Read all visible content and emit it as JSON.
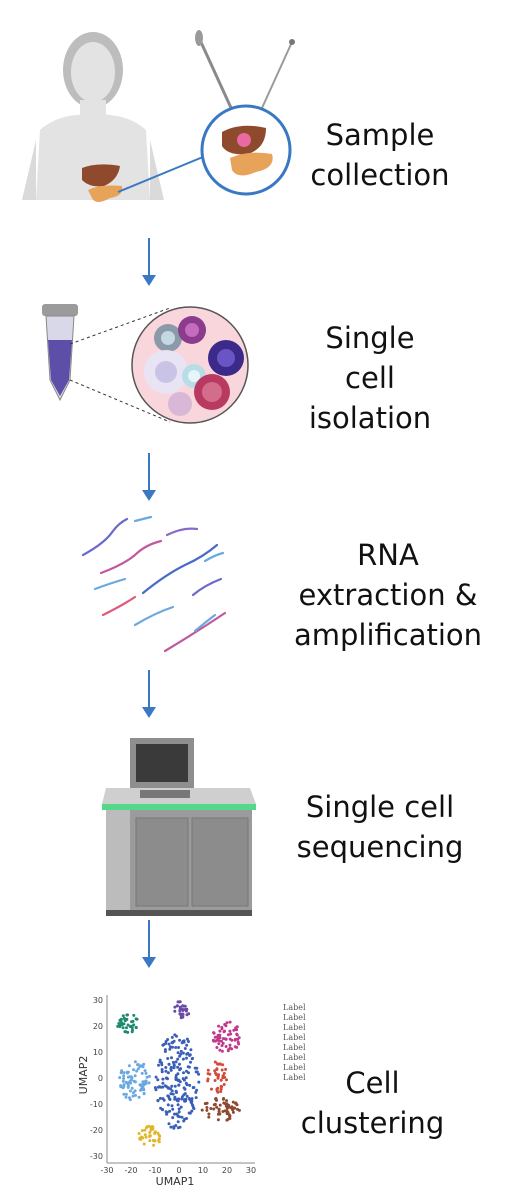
{
  "steps": [
    {
      "lines": [
        "Sample",
        "collection"
      ]
    },
    {
      "lines": [
        "Single",
        "cell",
        "isolation"
      ]
    },
    {
      "lines": [
        "RNA",
        "extraction &",
        "amplification"
      ]
    },
    {
      "lines": [
        "Single cell",
        "sequencing"
      ]
    },
    {
      "lines": [
        "Cell",
        "clustering"
      ]
    }
  ],
  "umap": {
    "xlabel": "UMAP1",
    "ylabel": "UMAP2",
    "xticks": [
      "-30",
      "-20",
      "-10",
      "0",
      "10",
      "20",
      "30"
    ],
    "yticks": [
      "30",
      "20",
      "10",
      "0",
      "-10",
      "-20",
      "-30"
    ],
    "legend": [
      "Label",
      "Label",
      "Label",
      "Label",
      "Label",
      "Label",
      "Label",
      "Label"
    ]
  },
  "colors": {
    "arrow": "#3a78c4",
    "liver": "#8f4a2e",
    "pancreas": "#e8a35a",
    "tube_liquid": "#5d4ea8",
    "cluster_teal": "#1d8a6e",
    "cluster_purple": "#6a4aa8",
    "cluster_magenta": "#c0398c",
    "cluster_lightblue": "#6aa9e0",
    "cluster_blue": "#3b5fb8",
    "cluster_red": "#d24a3a",
    "cluster_brown": "#8c4a32",
    "cluster_yellow": "#e0b62a"
  }
}
